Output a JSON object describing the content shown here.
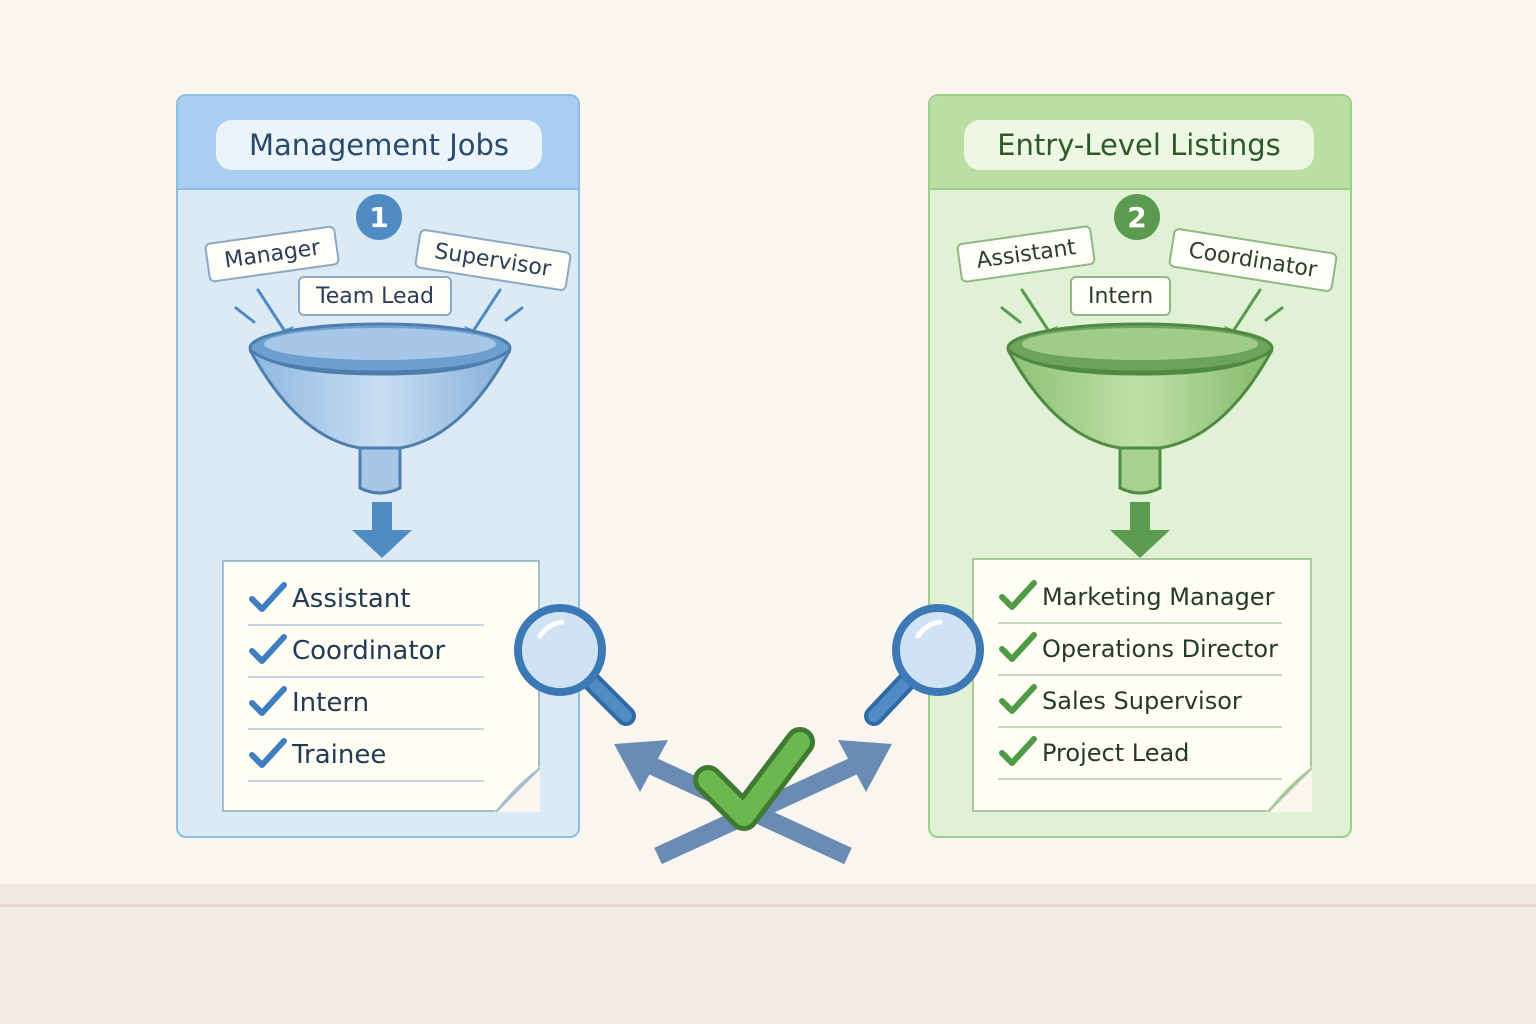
{
  "panels": {
    "left": {
      "title": "Management Jobs",
      "step": "1",
      "tags": [
        "Manager",
        "Team Lead",
        "Supervisor"
      ],
      "results": [
        "Assistant",
        "Coordinator",
        "Intern",
        "Trainee"
      ],
      "accent": "#4f8cc4"
    },
    "right": {
      "title": "Entry-Level Listings",
      "step": "2",
      "tags": [
        "Assistant",
        "Intern",
        "Coordinator"
      ],
      "results": [
        "Marketing Manager",
        "Operations Director",
        "Sales Supervisor",
        "Project Lead"
      ],
      "accent": "#5b9a4f"
    }
  },
  "icons": [
    "funnel-icon",
    "magnifier-icon",
    "check-icon",
    "arrow-icon"
  ],
  "colors": {
    "blue": "#4f8cc4",
    "green": "#5b9a4f",
    "check": "#6cb84f",
    "arrow": "#6a8bb3"
  }
}
